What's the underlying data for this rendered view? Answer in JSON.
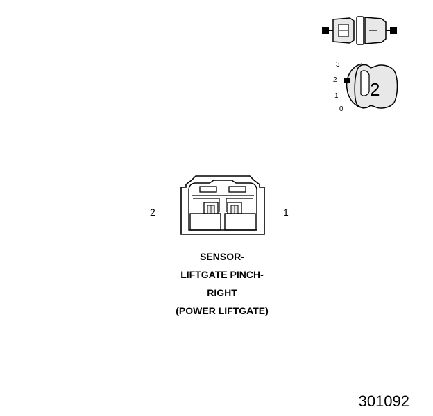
{
  "connector": {
    "pin_left": "2",
    "pin_right": "1"
  },
  "caption": {
    "line1": "SENSOR-",
    "line2": "LIFTGATE PINCH-",
    "line3": "RIGHT",
    "line4": "(POWER LIFTGATE)"
  },
  "key_indicator": {
    "positions": [
      "3",
      "2",
      "1",
      "0"
    ],
    "key_number": "2"
  },
  "figure_id": "301092"
}
